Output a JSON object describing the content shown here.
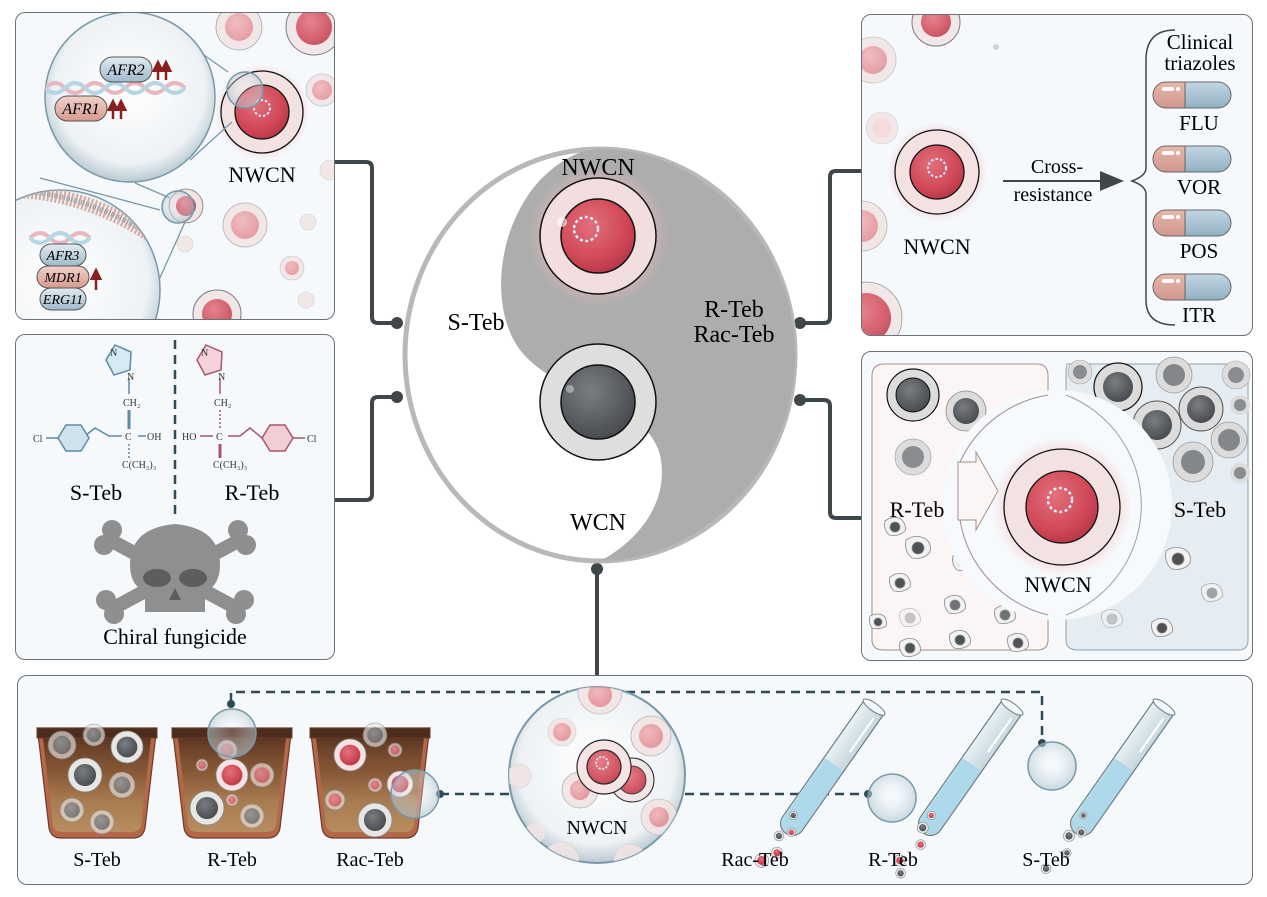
{
  "center": {
    "top_cell_label": "NWCN",
    "bottom_cell_label": "WCN",
    "left_label": "S-Teb",
    "right_label_line1": "R-Teb",
    "right_label_line2": "Rac-Teb"
  },
  "panel_genes": {
    "cell_label": "NWCN",
    "genes_upper": [
      {
        "name": "AFR2",
        "arrows": 2
      },
      {
        "name": "AFR1",
        "arrows": 2
      }
    ],
    "genes_lower": [
      {
        "name": "AFR3"
      },
      {
        "name": "MDR1",
        "arrows": 1
      },
      {
        "name": "ERG11"
      }
    ]
  },
  "panel_chiral": {
    "left_label": "S-Teb",
    "right_label": "R-Teb",
    "caption": "Chiral fungicide",
    "atoms": {
      "cl": "Cl",
      "oh": "OH",
      "ho": "HO",
      "c": "C",
      "n": "N",
      "ch2": "CH₂",
      "tbu": "C(CH₃)₃"
    }
  },
  "panel_cross": {
    "cell_label": "NWCN",
    "arrow_label_line1": "Cross-",
    "arrow_label_line2": "resistance",
    "group_title_line1": "Clinical",
    "group_title_line2": "triazoles",
    "drugs": [
      "FLU",
      "VOR",
      "POS",
      "ITR"
    ]
  },
  "panel_selection": {
    "left_label": "R-Teb",
    "right_label": "S-Teb",
    "cell_label": "NWCN"
  },
  "panel_bottom": {
    "pots": [
      "S-Teb",
      "R-Teb",
      "Rac-Teb"
    ],
    "center_label": "NWCN",
    "tubes": [
      "Rac-Teb",
      "R-Teb",
      "S-Teb"
    ]
  },
  "colors": {
    "connector": "#3f474b",
    "dashed": "#2f4a55",
    "nwcn_red": "#d24a5a",
    "wcn_gray": "#5c6064",
    "yin_gray": "#adadad",
    "panel_bg": "#f5f9fc"
  }
}
